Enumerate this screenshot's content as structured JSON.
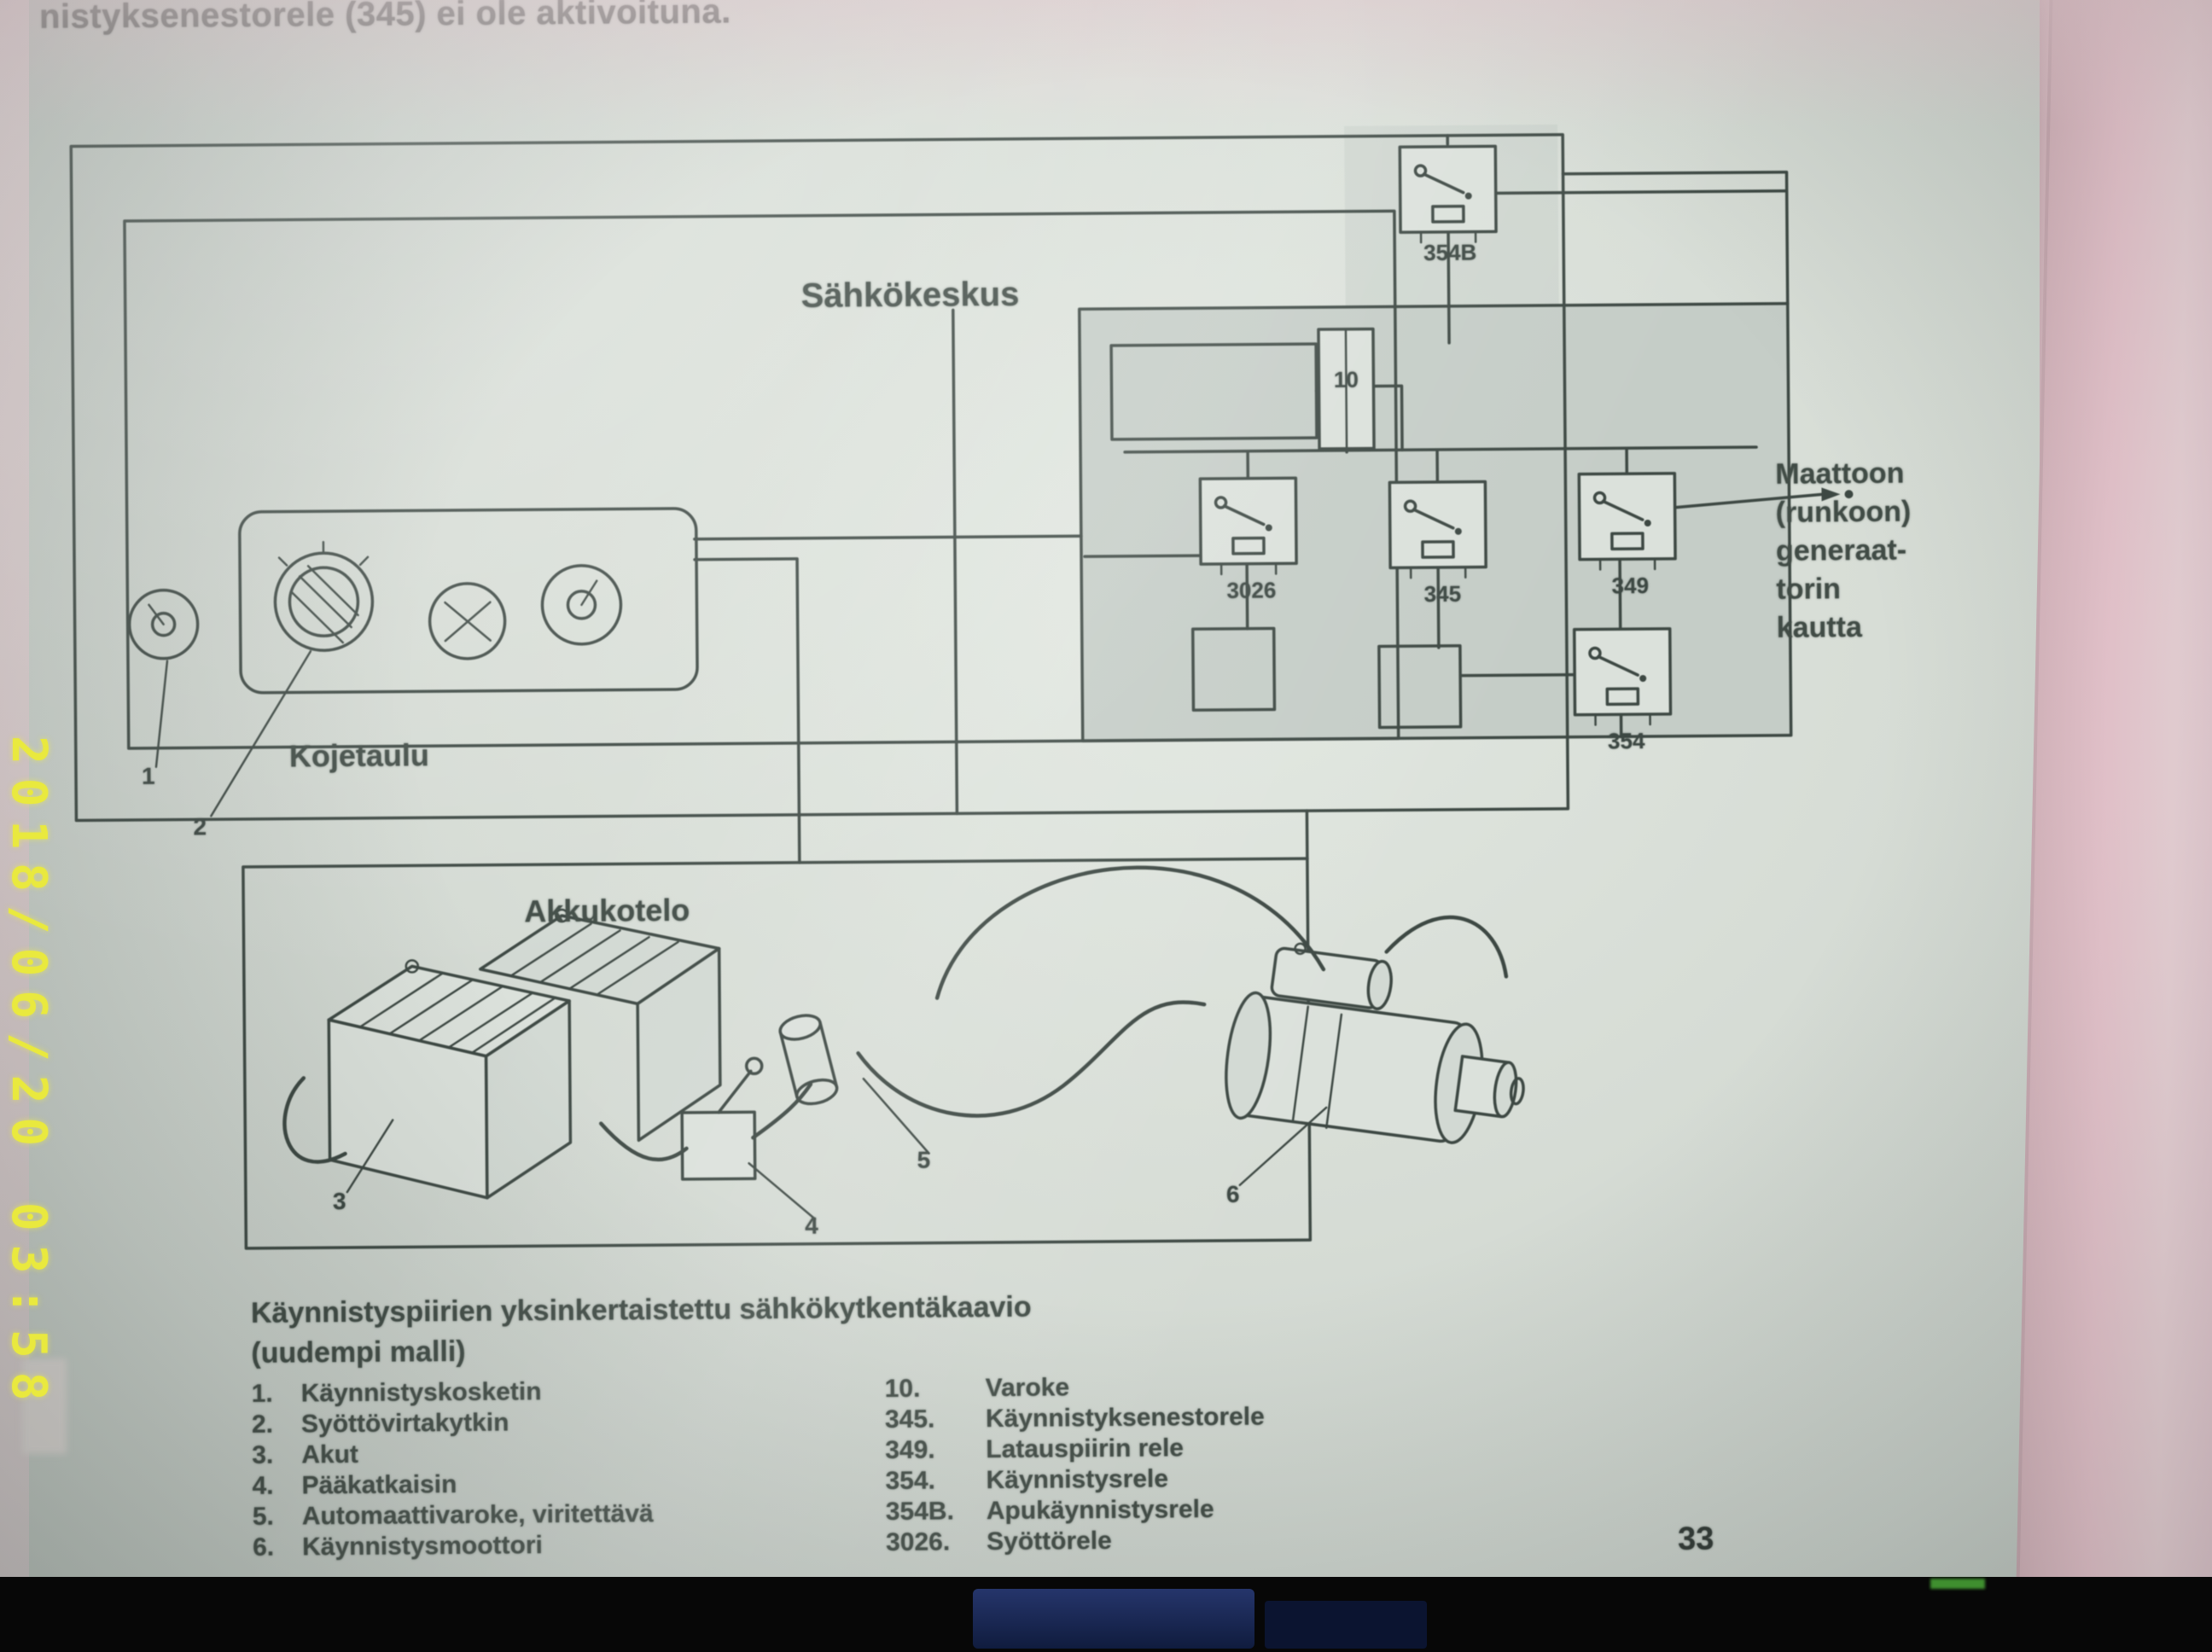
{
  "page": {
    "top_text": "nistyksenestorele (345) ei ole aktivoituna.",
    "page_number": "33"
  },
  "camera": {
    "timestamp": "2018/06/20 03:58"
  },
  "diagram": {
    "label_sahkokeskus": "Sähkökeskus",
    "label_kojetaulu": "Kojetaulu",
    "label_akkukotelo": "Akkukotelo",
    "ground_note": [
      "Maattoon",
      "(runkoon)",
      "generaat-",
      "torin",
      "kautta"
    ],
    "relay_labels": {
      "r354b": "354B",
      "f10": "10",
      "r3026": "3026",
      "r345": "345",
      "r349": "349",
      "r354": "354"
    },
    "callouts": [
      "1",
      "2",
      "3",
      "4",
      "5",
      "6"
    ]
  },
  "legend": {
    "title": "Käynnistyspiirien yksinkertaistettu sähkökytkentäkaavio",
    "subtitle": "(uudempi malli)",
    "left": [
      {
        "num": "1.",
        "label": "Käynnistyskosketin"
      },
      {
        "num": "2.",
        "label": "Syöttövirtakytkin"
      },
      {
        "num": "3.",
        "label": "Akut"
      },
      {
        "num": "4.",
        "label": "Pääkatkaisin"
      },
      {
        "num": "5.",
        "label": "Automaattivaroke, viritettävä"
      },
      {
        "num": "6.",
        "label": "Käynnistysmoottori"
      }
    ],
    "right": [
      {
        "num": "10.",
        "label": "Varoke"
      },
      {
        "num": "345.",
        "label": "Käynnistyksenestorele"
      },
      {
        "num": "349.",
        "label": "Latauspiirin rele"
      },
      {
        "num": "354.",
        "label": "Käynnistysrele"
      },
      {
        "num": "354B.",
        "label": "Apukäynnistysrele"
      },
      {
        "num": "3026.",
        "label": "Syöttörele"
      }
    ]
  }
}
